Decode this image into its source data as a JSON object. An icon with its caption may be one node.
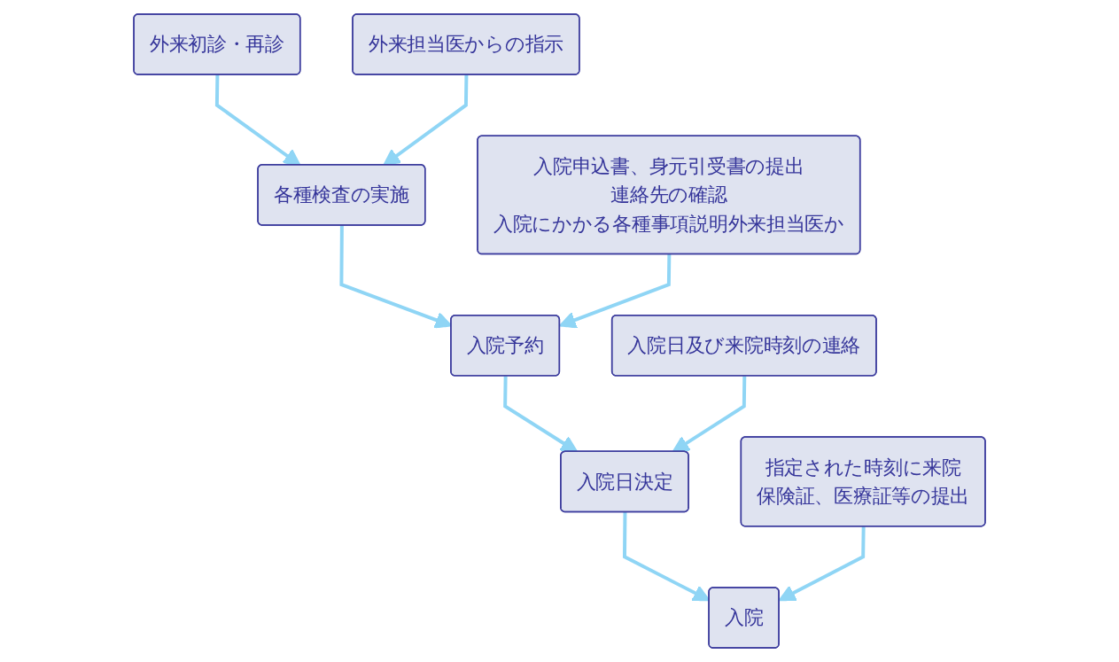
{
  "diagram": {
    "nodes": [
      {
        "text": [
          "外来初診・再診"
        ]
      },
      {
        "text": [
          "各種検査の実施"
        ]
      },
      {
        "text": [
          "入院予約"
        ]
      },
      {
        "text": [
          "入院日決定"
        ]
      },
      {
        "text": [
          "入院"
        ]
      },
      {
        "text": [
          "外来担当医からの指示"
        ]
      },
      {
        "text": [
          "入院申込書、身元引受書の提出",
          "連絡先の確認",
          "入院にかかる各種事項説明外来担当医か"
        ]
      },
      {
        "text": [
          "入院日及び来院時刻の連絡"
        ]
      },
      {
        "text": [
          "指定された時刻に来院",
          "保険証、医療証等の提出"
        ]
      }
    ],
    "edges": [
      {
        "from": 0,
        "to": 1,
        "arrow": "to"
      },
      {
        "from": 5,
        "to": 1,
        "arrow": "to"
      },
      {
        "from": 1,
        "to": 2,
        "arrow": "to"
      },
      {
        "from": 6,
        "to": 2,
        "arrow": "to"
      },
      {
        "from": 2,
        "to": 3,
        "arrow": "to"
      },
      {
        "from": 7,
        "to": 3,
        "arrow": "to"
      },
      {
        "from": 3,
        "to": 4,
        "arrow": "to"
      },
      {
        "from": 8,
        "to": 4,
        "arrow": "to"
      }
    ]
  }
}
